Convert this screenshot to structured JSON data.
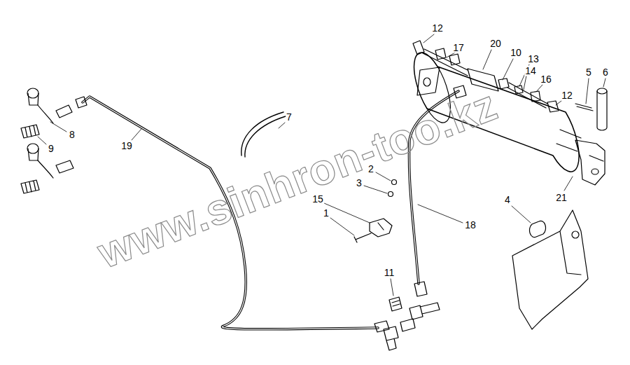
{
  "diagram": {
    "labels": [
      "12",
      "17",
      "20",
      "10",
      "13",
      "14",
      "16",
      "12",
      "5",
      "6",
      "7",
      "8",
      "9",
      "19",
      "2",
      "3",
      "15",
      "1",
      "18",
      "4",
      "21",
      "11",
      "www.sinhron-too.kz"
    ]
  }
}
